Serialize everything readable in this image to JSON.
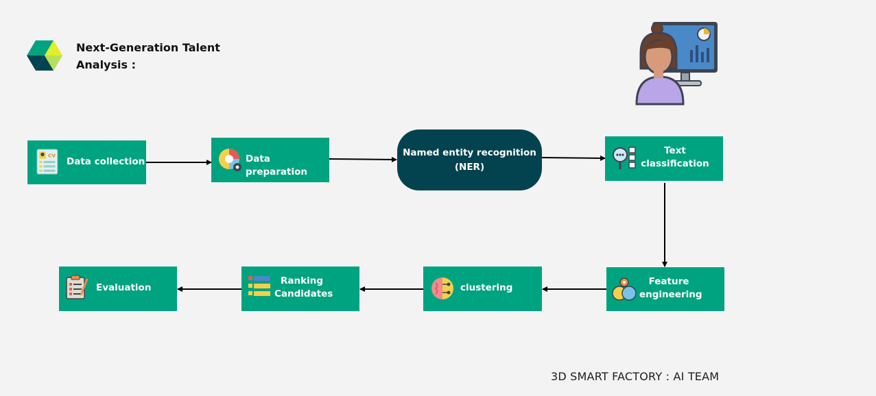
{
  "header": {
    "title": "Next-Generation Talent Analysis :"
  },
  "logo": {
    "icon": "hexagon-cube-logo-icon",
    "colors": [
      "#00a37f",
      "#02434f",
      "#c8e84a",
      "#e6ef2e"
    ]
  },
  "illustration": {
    "icon": "analyst-at-monitor-icon"
  },
  "pipeline": {
    "data_collection": {
      "label": "Data collection",
      "icon": "cv-document-icon"
    },
    "data_preparation": {
      "label": "Data preparation",
      "icon": "data-pie-gear-icon"
    },
    "ner": {
      "label": "Named entity recognition\n(NER)"
    },
    "text_classification": {
      "label": "Text\nclassification",
      "icon": "magnifier-documents-icon"
    },
    "feature_engineering": {
      "label": "Feature\nengineering",
      "icon": "heads-gear-icon"
    },
    "clustering": {
      "label": "clustering",
      "icon": "brain-circuit-icon"
    },
    "ranking": {
      "label": "Ranking\nCandidates",
      "icon": "ranked-bars-icon"
    },
    "evaluation": {
      "label": "Evaluation",
      "icon": "clipboard-checklist-icon"
    }
  },
  "footer": {
    "text": "3D SMART FACTORY : AI TEAM"
  },
  "colors": {
    "node": "#00a37f",
    "ner": "#02434f",
    "background": "#f3f3f3"
  }
}
